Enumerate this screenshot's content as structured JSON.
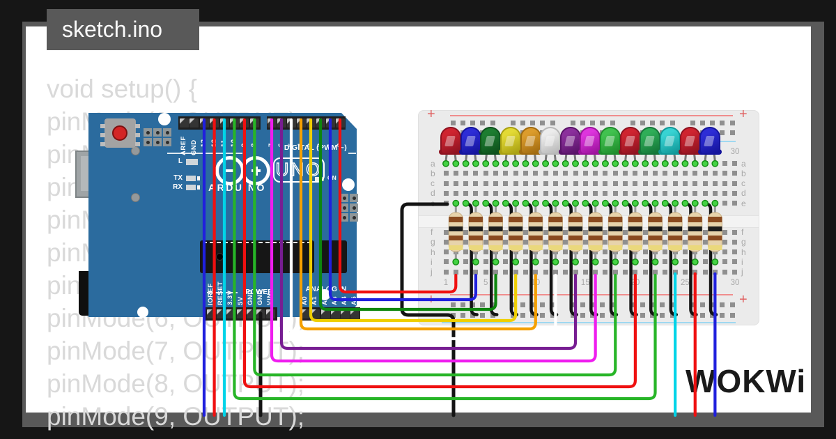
{
  "window": {
    "title": "sketch.ino",
    "bg": "#161616",
    "frame_color": "#595959",
    "canvas_color": "#ffffff"
  },
  "logo": {
    "text": "WOKWi"
  },
  "code": {
    "lines": [
      "void setup() {",
      "pinMode(0, OUTPUT);",
      "pinMode(1, OUTPUT);",
      "pinMode(2, OUTPUT);",
      "pinMode(3, OUTPUT);",
      "pinMode(4, OUTPUT);",
      "pinMode(5, OUTPUT);",
      "pinMode(6, OUTPUT);",
      "pinMode(7, OUTPUT);",
      "pinMode(8, OUTPUT);",
      "pinMode(9, OUTPUT);"
    ]
  },
  "arduino": {
    "board_color": "#2b6b9e",
    "top_labels_left": [
      "AREF",
      "GND",
      "13",
      "12",
      "11",
      "10",
      "9",
      "8"
    ],
    "top_labels_right": [
      "7",
      "6",
      "5",
      "4",
      "3",
      "2",
      "1",
      "0"
    ],
    "digital_label": "DIGITAL (PWM ~)",
    "brand": "ARDUINO",
    "model": "UNO",
    "status_labels": [
      "L",
      "TX",
      "RX"
    ],
    "on_label": "ON",
    "power_title": "POWER",
    "power_labels": [
      "IOREF",
      "RESET",
      "3.3V",
      "5V",
      "GND",
      "GND",
      "VIN"
    ],
    "analog_title": "ANALOG IN",
    "analog_labels": [
      "A0",
      "A1",
      "A2",
      "A3",
      "A4",
      "A5"
    ]
  },
  "breadboard": {
    "row_labels_top": [
      "a",
      "b",
      "c",
      "d",
      "e"
    ],
    "row_labels_bottom": [
      "f",
      "g",
      "h",
      "i",
      "j"
    ],
    "col_numbers": [
      "1",
      "5",
      "10",
      "15",
      "20",
      "25",
      "30"
    ],
    "plus_sign": "+",
    "rail_red": "#f08d8d",
    "rail_blue": "#9fd8f0"
  },
  "leds": [
    {
      "name": "red",
      "color": "#cf2430",
      "dark": "#8e1220"
    },
    {
      "name": "blue",
      "color": "#2d2dd6",
      "dark": "#14149c"
    },
    {
      "name": "green",
      "color": "#1d7d30",
      "dark": "#0d501c"
    },
    {
      "name": "yellow",
      "color": "#e3da35",
      "dark": "#a9a012"
    },
    {
      "name": "orange",
      "color": "#dc9c2c",
      "dark": "#a06a10"
    },
    {
      "name": "white",
      "color": "#ececec",
      "dark": "#b8b8b8"
    },
    {
      "name": "purple",
      "color": "#8b309c",
      "dark": "#591368"
    },
    {
      "name": "magenta",
      "color": "#dd35dd",
      "dark": "#9c129c"
    },
    {
      "name": "lime",
      "color": "#41c24f",
      "dark": "#1f8c2c"
    },
    {
      "name": "red",
      "color": "#cf2430",
      "dark": "#8e1220"
    },
    {
      "name": "green2",
      "color": "#2fae58",
      "dark": "#147538"
    },
    {
      "name": "cyan",
      "color": "#38d3d3",
      "dark": "#109898"
    },
    {
      "name": "red",
      "color": "#cf2430",
      "dark": "#8e1220"
    },
    {
      "name": "blue",
      "color": "#2d2dd6",
      "dark": "#14149c"
    }
  ],
  "resistors": {
    "count": 14,
    "body": "#e7d3ab",
    "bands": [
      "#8a4a1f",
      "#1c1c1c",
      "#8a4a1f",
      "#ead87c"
    ],
    "lead": "#9a9a9a"
  },
  "wires": {
    "routed": [
      {
        "pin": "0",
        "color": "#ef1010",
        "col": 2,
        "turn": 419
      },
      {
        "pin": "1",
        "color": "#2020dd",
        "col": 4,
        "turn": 430
      },
      {
        "pin": "2",
        "color": "#0d860d",
        "col": 6,
        "turn": 444
      },
      {
        "pin": "3",
        "color": "#efcf00",
        "col": 8,
        "turn": 460
      },
      {
        "pin": "4",
        "color": "#f5a000",
        "col": 10,
        "turn": 472
      },
      {
        "pin": "5",
        "color": "#ffffff",
        "col": 12,
        "turn": 486
      },
      {
        "pin": "6",
        "color": "#771d92",
        "col": 14,
        "turn": 500
      },
      {
        "pin": "7",
        "color": "#ef1def",
        "col": 16,
        "turn": 518
      },
      {
        "pin": "8",
        "color": "#27b527",
        "col": 18,
        "turn": 538
      },
      {
        "pin": "9",
        "color": "#ef1010",
        "col": 20,
        "turn": 555
      },
      {
        "pin": "10",
        "color": "#27b527",
        "col": 22,
        "turn": 572
      }
    ],
    "offscreen": [
      {
        "pin": "11",
        "color": "#00d4e8",
        "col": 24
      },
      {
        "pin": "12",
        "color": "#ef1010",
        "col": 26
      },
      {
        "pin": "13",
        "color": "#2020dd",
        "col": 28
      }
    ],
    "ground_color": "#141414",
    "jumper_cols": [
      3,
      5,
      7,
      9,
      11,
      13,
      15,
      17,
      19,
      21,
      23,
      25,
      27
    ]
  }
}
